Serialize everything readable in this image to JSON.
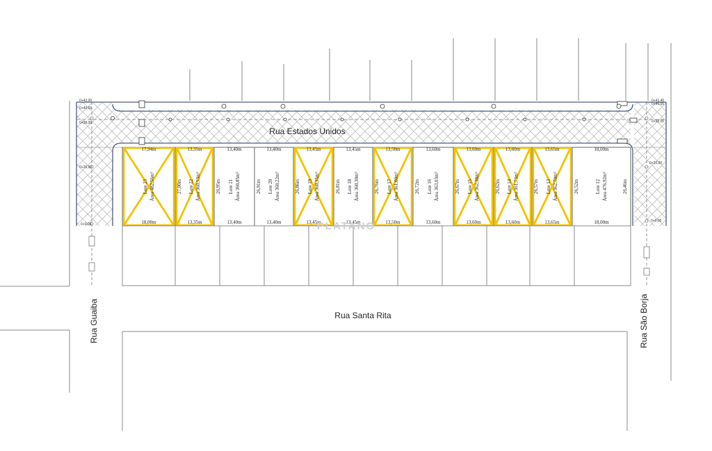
{
  "streets": {
    "north": "Rua Estados Unidos",
    "south": "Rua Santa Rita",
    "west": "Rua Guaiba",
    "east": "Rua São Borja"
  },
  "watermark": "PLATANO",
  "colors": {
    "line": "#6c6c6c",
    "road": "#4a5a80",
    "hatch": "#b8b8b8",
    "cross": "#f2c200"
  },
  "lots": [
    {
      "top": "17,94m",
      "bottom": "18,00m",
      "inner": "",
      "lote": "Lote 23",
      "area": "Área 482,56m²",
      "crossed": true
    },
    {
      "top": "13,35m",
      "bottom": "13,35m",
      "inner": "27,00m",
      "lote": "Lote 22",
      "area": "Área 360,53m²",
      "crossed": true
    },
    {
      "top": "13,40m",
      "bottom": "13,40m",
      "inner": "26,95m",
      "lote": "Lote 21",
      "area": "Área 360,85m²",
      "crossed": false
    },
    {
      "top": "13,40m",
      "bottom": "13,40m",
      "inner": "26,91m",
      "lote": "Lote 20",
      "area": "Área 360,22m²",
      "crossed": false
    },
    {
      "top": "13,45m",
      "bottom": "13,45m",
      "inner": "26,86m",
      "lote": "Lote 19",
      "area": "Área 360,35m²",
      "crossed": true
    },
    {
      "top": "13,45m",
      "bottom": "13,45m",
      "inner": "26,81m",
      "lote": "Lote 18",
      "area": "Área 360,30m²",
      "crossed": false
    },
    {
      "top": "13,50m",
      "bottom": "13,50m",
      "inner": "26,76m",
      "lote": "Lote 17",
      "area": "Área 361,00m²",
      "crossed": true
    },
    {
      "top": "13,60m",
      "bottom": "13,60m",
      "inner": "26,72m",
      "lote": "Lote 16",
      "area": "Área 363,03m²",
      "crossed": false
    },
    {
      "top": "13,60m",
      "bottom": "13,60m",
      "inner": "26,67m",
      "lote": "Lote 15",
      "area": "Área 362,38m²",
      "crossed": true
    },
    {
      "top": "13,60m",
      "bottom": "13,60m",
      "inner": "26,62m",
      "lote": "Lote 14",
      "area": "Área 361,73m²",
      "crossed": true
    },
    {
      "top": "13,65m",
      "bottom": "13,65m",
      "inner": "26,57m",
      "lote": "Lote 13",
      "area": "Área 362,70m²",
      "crossed": true
    },
    {
      "top": "18,00m",
      "bottom": "18,00m",
      "inner": "26,52m",
      "lote": "Lote 12",
      "area": "Área 476,92m²",
      "crossed": false
    }
  ],
  "last_side": "26,46m",
  "chainage": {
    "left_top": "0+42,00",
    "left_2": "0+40,00",
    "left_3": "0+38,00",
    "left_mid": "0+20,00",
    "left_bot": "0+0,00",
    "right_top": "0+41,40",
    "right_2": "0+40,00",
    "right_3": "0+32,00",
    "right_mid": "0+20,00",
    "right_bot": "0+0,00"
  }
}
